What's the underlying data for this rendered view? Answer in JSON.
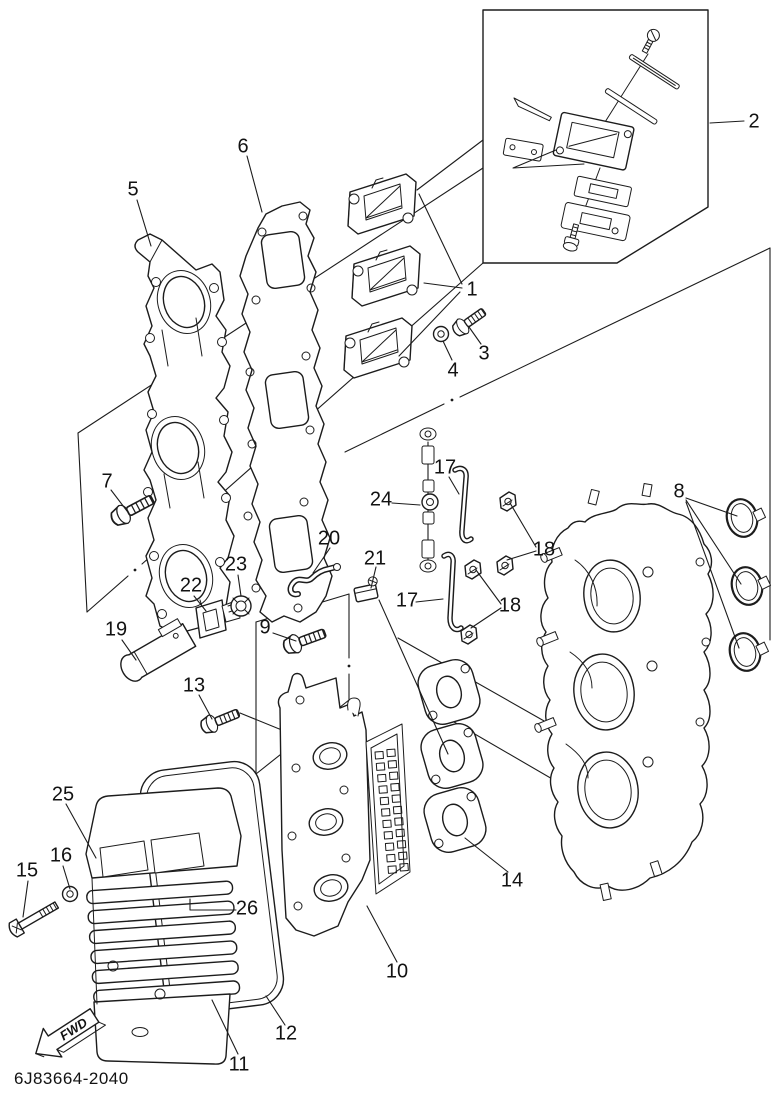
{
  "page": {
    "background": "#ffffff",
    "line_color": "#1c1c1c"
  },
  "diagram": {
    "part_code": "6J83664-2040",
    "fwd": "FWD",
    "callouts": [
      {
        "ref": "5"
      },
      {
        "ref": "6"
      },
      {
        "ref": "2"
      },
      {
        "ref": "1"
      },
      {
        "ref": "3"
      },
      {
        "ref": "4"
      },
      {
        "ref": "7"
      },
      {
        "ref": "8"
      },
      {
        "ref": "24"
      },
      {
        "ref": "17"
      },
      {
        "ref": "18"
      },
      {
        "ref": "17"
      },
      {
        "ref": "18"
      },
      {
        "ref": "20"
      },
      {
        "ref": "21"
      },
      {
        "ref": "22"
      },
      {
        "ref": "23"
      },
      {
        "ref": "19"
      },
      {
        "ref": "9"
      },
      {
        "ref": "13"
      },
      {
        "ref": "25"
      },
      {
        "ref": "16"
      },
      {
        "ref": "15"
      },
      {
        "ref": "26"
      },
      {
        "ref": "10"
      },
      {
        "ref": "14"
      },
      {
        "ref": "12"
      },
      {
        "ref": "11"
      }
    ]
  }
}
